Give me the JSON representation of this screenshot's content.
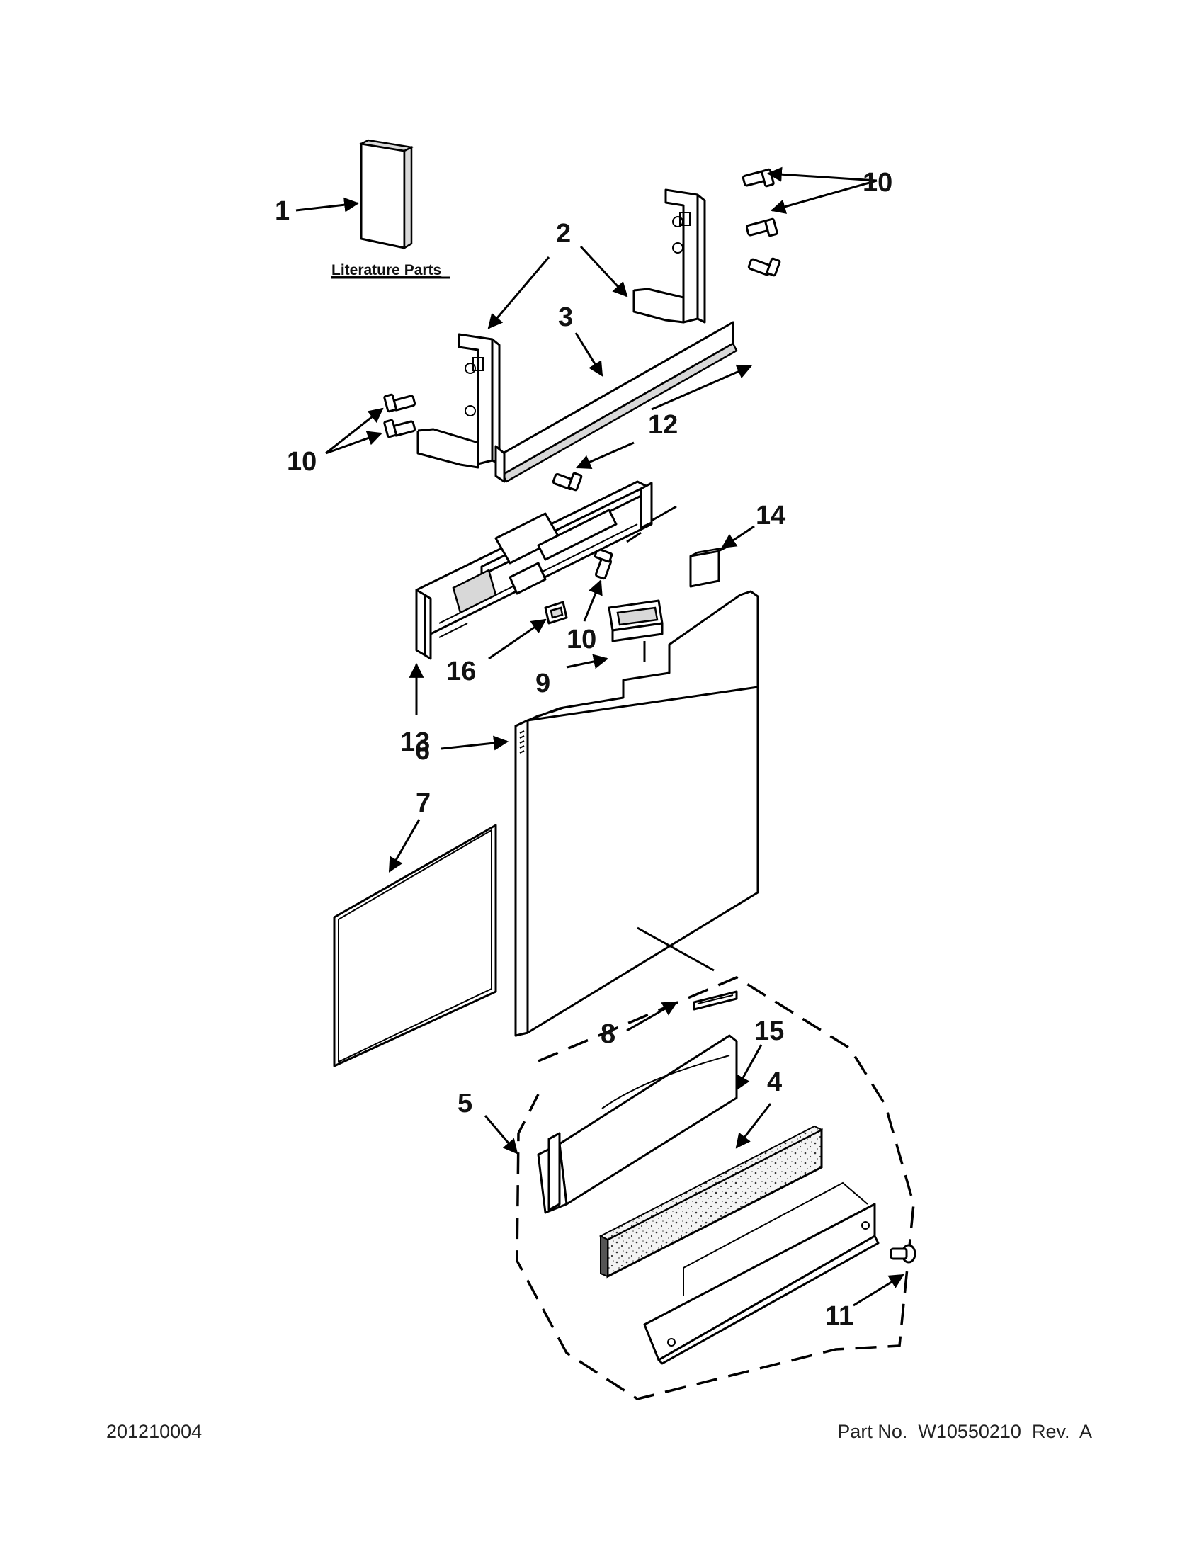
{
  "diagram": {
    "literature_label": "Literature Parts",
    "callouts": [
      "1",
      "2",
      "3",
      "4",
      "5",
      "6",
      "7",
      "8",
      "9",
      "10",
      "10",
      "10",
      "11",
      "12",
      "13",
      "14",
      "15",
      "16"
    ]
  },
  "footer": {
    "doc_number": "201210004",
    "part_number": "Part No.  W10550210  Rev.  A"
  }
}
